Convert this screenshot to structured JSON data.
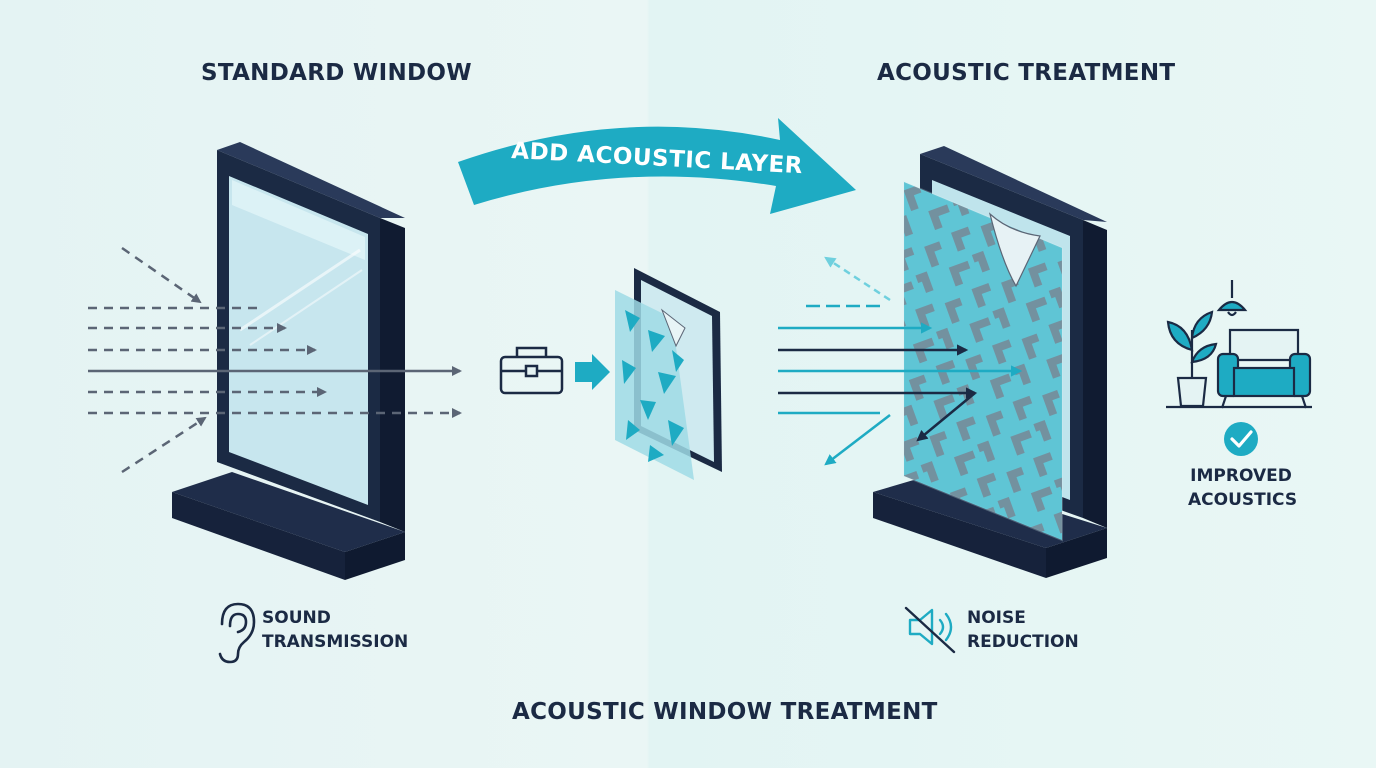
{
  "titles": {
    "left": "STANDARD WINDOW",
    "right": "ACOUSTIC TREATMENT",
    "bottom": "ACOUSTIC WINDOW TREATMENT"
  },
  "banner": {
    "label": "ADD ACOUSTIC LAYER"
  },
  "captions": {
    "sound": [
      "SOUND",
      "TRANSMISSION"
    ],
    "noise": [
      "NOISE",
      "REDUCTION"
    ],
    "improved": [
      "IMPROVED",
      "ACOUSTICS"
    ]
  },
  "icons": {
    "ear": "ear-icon",
    "toolkit": "toolbox-icon",
    "mute": "speaker-muted-icon",
    "check": "checkmark-icon",
    "room": "room-armchair-icon"
  },
  "colors": {
    "navy": "#1b2a44",
    "teal": "#1eabc3",
    "gray": "#5b6575",
    "glass": "#c7e6ee"
  }
}
